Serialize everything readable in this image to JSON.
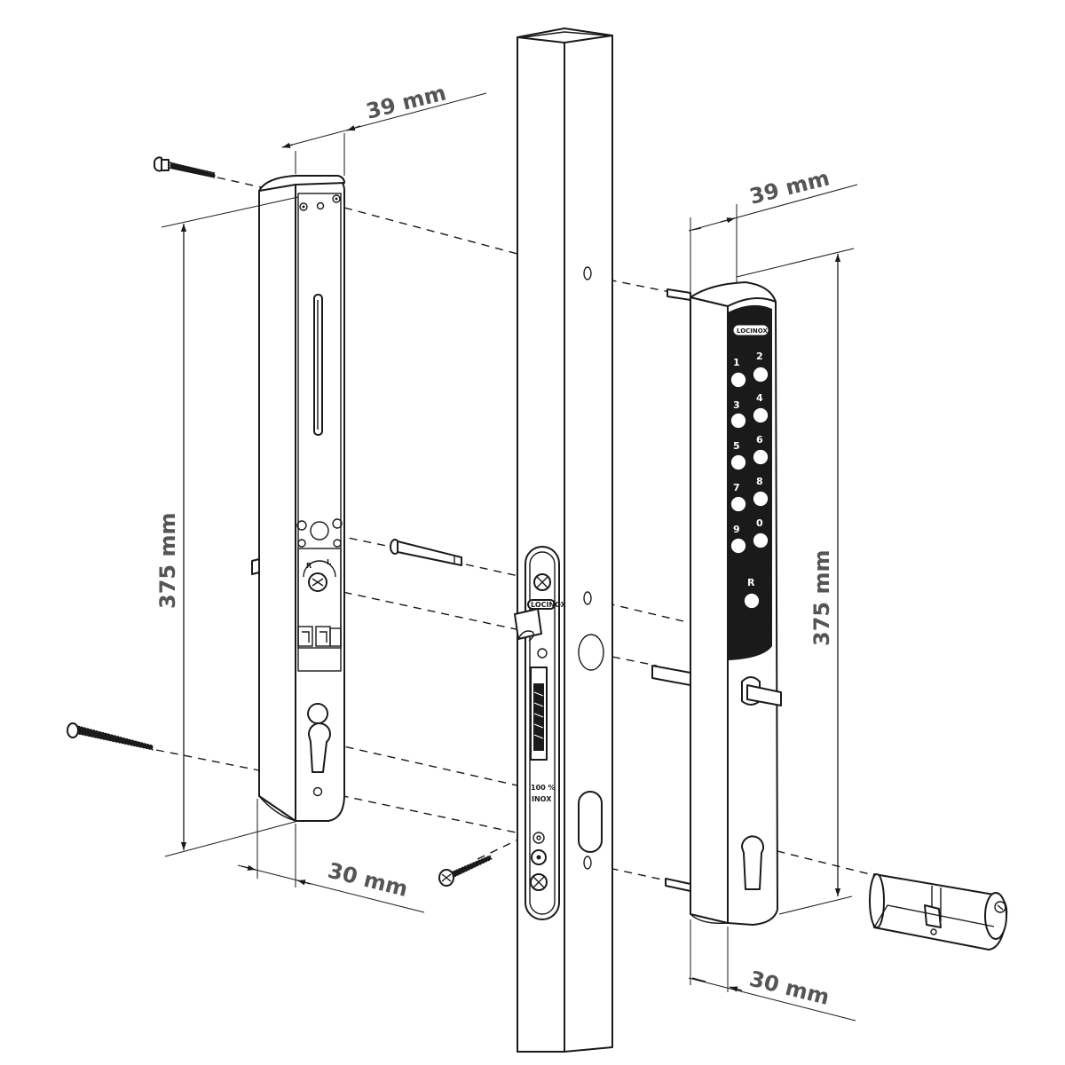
{
  "dimensions": {
    "left_width_top": "39 mm",
    "right_width_top": "39 mm",
    "left_height": "375 mm",
    "right_height": "375 mm",
    "left_depth_bottom": "30 mm",
    "right_depth_bottom": "30 mm"
  },
  "keypad": {
    "keys": [
      "1",
      "2",
      "3",
      "4",
      "5",
      "6",
      "7",
      "8",
      "9",
      "0"
    ],
    "reset_key": "R"
  },
  "lock_labels": {
    "side_right": "R",
    "side_left": "L",
    "material": "100 %",
    "material_2": "INOX"
  },
  "colors": {
    "line": "#1a1a1a",
    "dimension_text": "#555555",
    "panel": "#1a1a1a"
  },
  "icons": {
    "logo": "locinox-logo",
    "screw_head": "phillips-screw-icon"
  }
}
